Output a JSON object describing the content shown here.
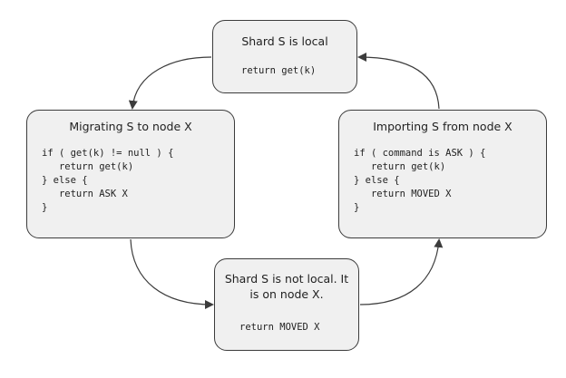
{
  "diagram": {
    "nodes": {
      "local": {
        "title": "Shard S is local",
        "code": "return get(k)"
      },
      "migrating": {
        "title": "Migrating S to node X",
        "code": "if ( get(k) != null ) {\n   return get(k)\n} else {\n   return ASK X\n}"
      },
      "importing": {
        "title": "Importing S from node X",
        "code": "if ( command is ASK ) {\n   return get(k)\n} else {\n   return MOVED X\n}"
      },
      "notlocal": {
        "title": "Shard S is not local. It is on node X.",
        "code": "return MOVED X"
      }
    },
    "edges": [
      {
        "from": "local",
        "to": "migrating"
      },
      {
        "from": "migrating",
        "to": "notlocal"
      },
      {
        "from": "notlocal",
        "to": "importing"
      },
      {
        "from": "importing",
        "to": "local"
      }
    ],
    "colors": {
      "node_fill": "#f0f0f0",
      "node_border": "#3c3c3c",
      "edge": "#3c3c3c",
      "text": "#222222"
    }
  }
}
